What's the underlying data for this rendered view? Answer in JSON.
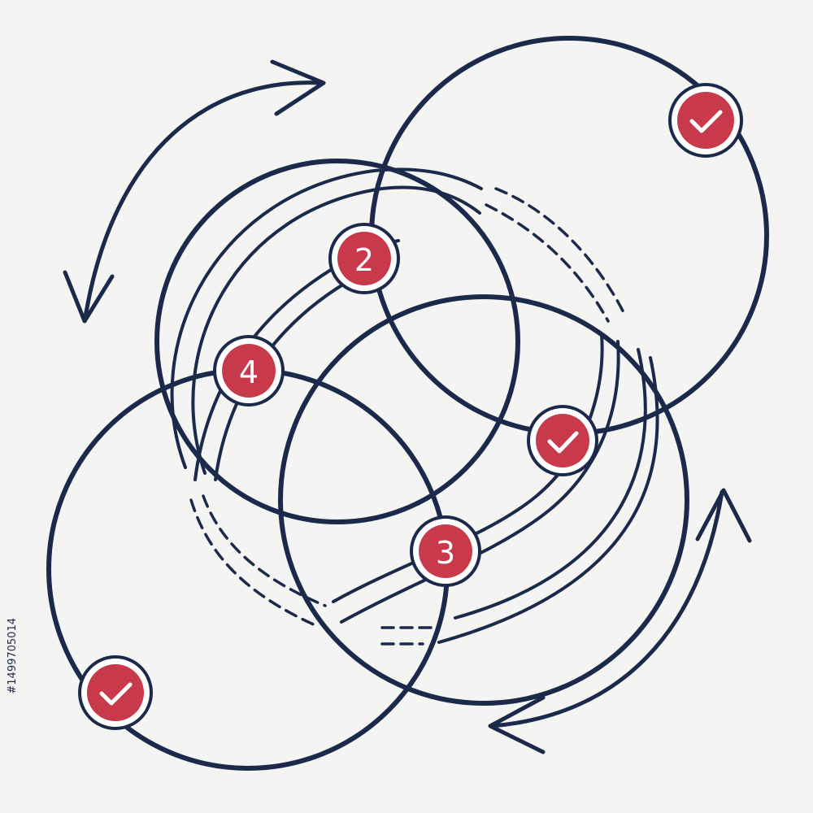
{
  "colors": {
    "line": "#1b2a4a",
    "accent": "#c83a4b",
    "badge_fill": "#ffffff",
    "background": "#f4f4f2"
  },
  "badges": {
    "step_2": {
      "label": "2",
      "icon": "number"
    },
    "step_4": {
      "label": "4",
      "icon": "number"
    },
    "step_3": {
      "label": "3",
      "icon": "number"
    },
    "done_top_right": {
      "icon": "check-icon"
    },
    "done_middle": {
      "icon": "check-icon"
    },
    "done_bottom_left": {
      "icon": "check-icon"
    }
  },
  "watermark": {
    "text": "#1499705014"
  }
}
